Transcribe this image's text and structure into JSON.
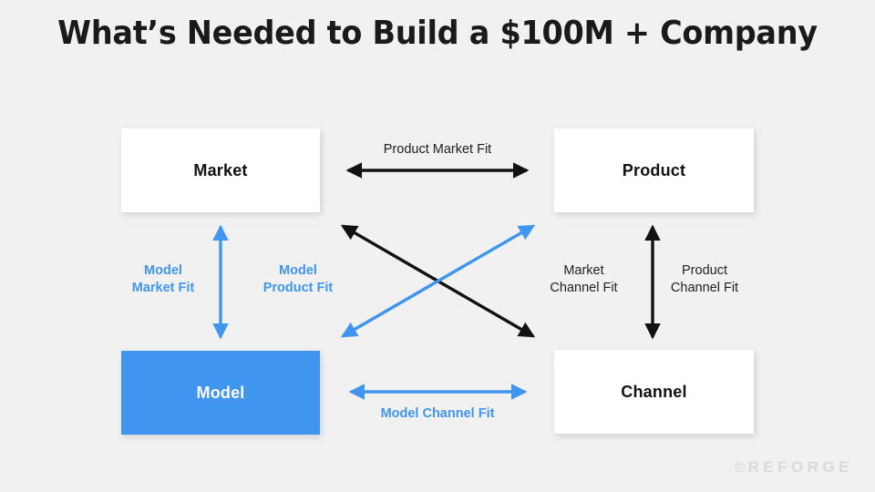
{
  "slide": {
    "title": "What’s Needed to Build a $100M + Company",
    "background_color": "#f1f1f1"
  },
  "colors": {
    "accent_blue": "#4095ee",
    "black": "#1f1f1f",
    "box_white": "#ffffff",
    "logo_gray": "#d9d9d9"
  },
  "nodes": [
    {
      "id": "market",
      "label": "Market",
      "fill": "#ffffff",
      "text_color": "#111111"
    },
    {
      "id": "product",
      "label": "Product",
      "fill": "#ffffff",
      "text_color": "#111111"
    },
    {
      "id": "model",
      "label": "Model",
      "fill": "#4095ee",
      "text_color": "#ffffff"
    },
    {
      "id": "channel",
      "label": "Channel",
      "fill": "#ffffff",
      "text_color": "#111111"
    }
  ],
  "edges": [
    {
      "id": "product-market-fit",
      "label": "Product Market Fit",
      "from": "market",
      "to": "product",
      "color": "#1f1f1f",
      "style": "black",
      "orientation": "horizontal",
      "label_position": "above"
    },
    {
      "id": "model-market-fit",
      "label": "Model\nMarket Fit",
      "from": "market",
      "to": "model",
      "color": "#4095ee",
      "style": "blue",
      "orientation": "vertical",
      "label_position": "left"
    },
    {
      "id": "model-product-fit",
      "label": "Model\nProduct Fit",
      "from": "model",
      "to": "product",
      "color": "#4095ee",
      "style": "blue",
      "orientation": "diagonal",
      "label_position": "left"
    },
    {
      "id": "market-channel-fit",
      "label": "Market\nChannel Fit",
      "from": "market",
      "to": "channel",
      "color": "#1f1f1f",
      "style": "black",
      "orientation": "diagonal",
      "label_position": "right"
    },
    {
      "id": "product-channel-fit",
      "label": "Product\nChannel Fit",
      "from": "product",
      "to": "channel",
      "color": "#1f1f1f",
      "style": "black",
      "orientation": "vertical",
      "label_position": "right"
    },
    {
      "id": "model-channel-fit",
      "label": "Model Channel Fit",
      "from": "model",
      "to": "channel",
      "color": "#4095ee",
      "style": "blue",
      "orientation": "horizontal",
      "label_position": "below"
    }
  ],
  "footer": {
    "registered_mark": "©",
    "brand": "REFORGE"
  }
}
